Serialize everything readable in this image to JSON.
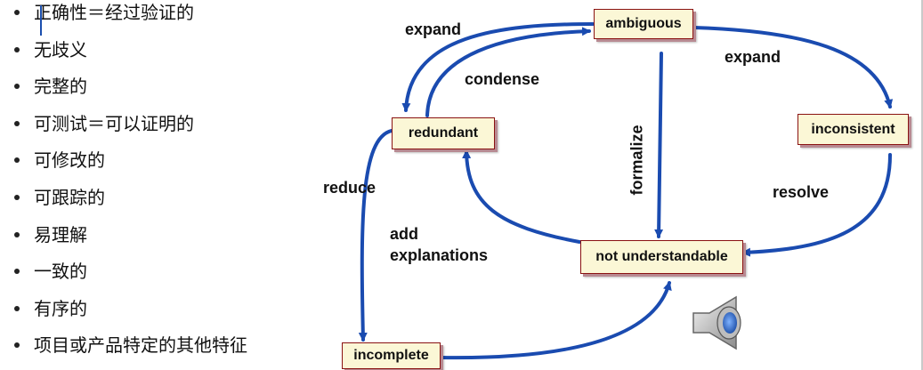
{
  "bullets": [
    "正确性＝经过验证的",
    "无歧义",
    "完整的",
    "可测试＝可以证明的",
    "可修改的",
    "可跟踪的",
    "易理解",
    "一致的",
    "有序的",
    "项目或产品特定的其他特征"
  ],
  "nodes": {
    "ambiguous": "ambiguous",
    "redundant": "redundant",
    "inconsistent": "inconsistent",
    "not_understandable": "not understandable",
    "incomplete": "incomplete"
  },
  "edges": {
    "expand_left": "expand",
    "condense": "condense",
    "expand_right": "expand",
    "formalize": "formalize",
    "reduce": "reduce",
    "resolve": "resolve",
    "add_explanations_1": "add",
    "add_explanations_2": "explanations"
  },
  "icons": {
    "speaker": "speaker-icon"
  },
  "colors": {
    "arrow": "#1a4bb0",
    "box_fill": "#fbf7d6",
    "box_border": "#8a1212"
  }
}
